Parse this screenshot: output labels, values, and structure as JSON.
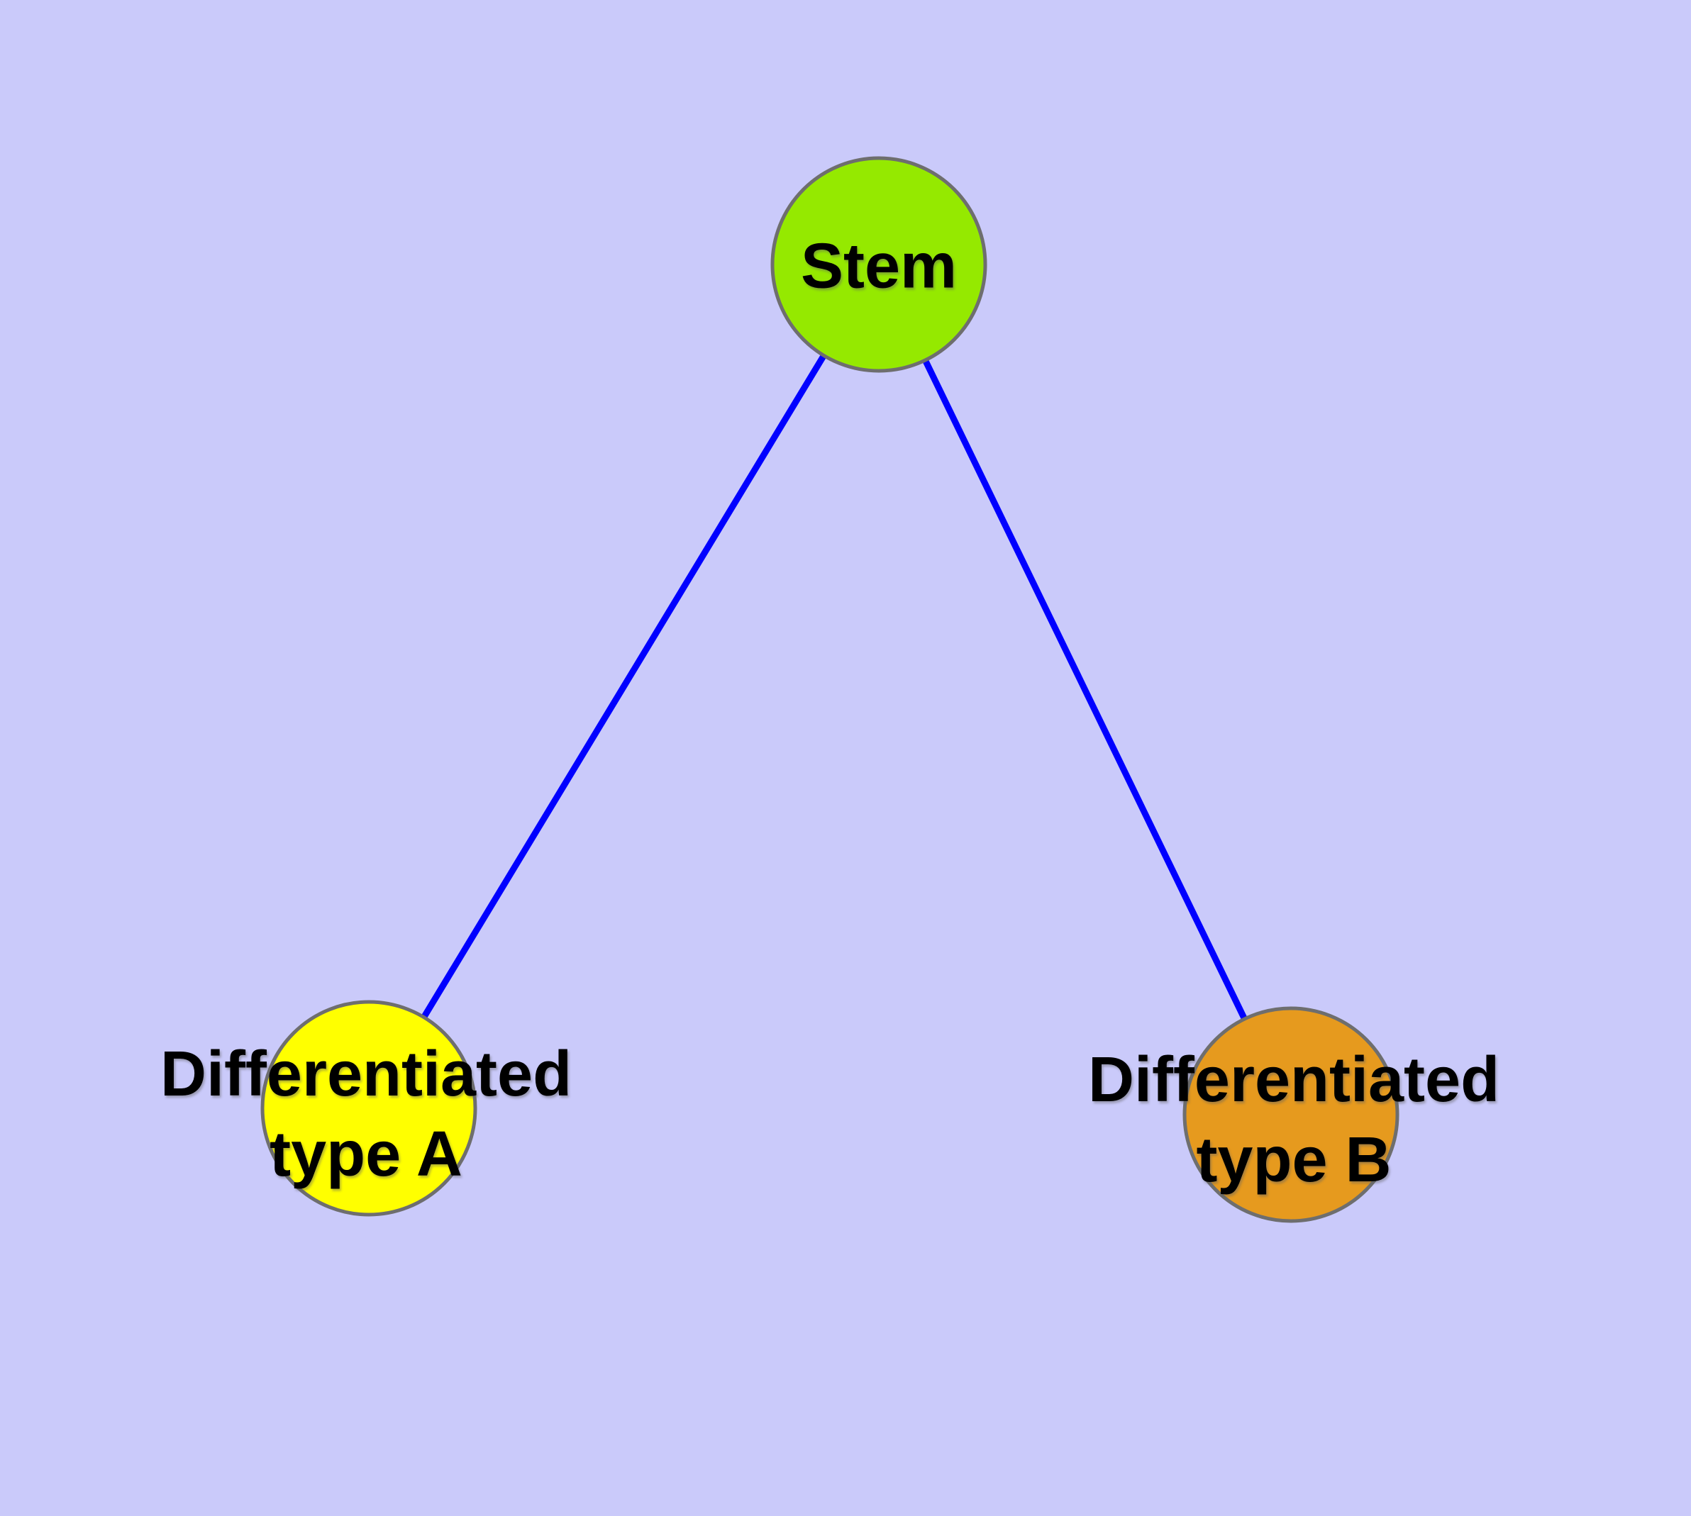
{
  "diagram": {
    "type": "node-link-graph",
    "nodes": [
      {
        "id": "stem",
        "label": "Stem",
        "shape": "circle",
        "color": "#95E900"
      },
      {
        "id": "type-a",
        "label_line1": "Differentiated",
        "label_line2": "type A",
        "shape": "circle",
        "color": "#FFFF00"
      },
      {
        "id": "type-b",
        "label_line1": "Differentiated",
        "label_line2": "type B",
        "shape": "circle",
        "color": "#E69A1E"
      }
    ],
    "edges": [
      {
        "from": "Stem",
        "to": "Differentiated type A"
      },
      {
        "from": "Stem",
        "to": "Differentiated type B"
      }
    ],
    "theme": {
      "background-color": "#CACAFA",
      "edge-color": "#0000FF",
      "node-border-color": "#6E6E6E",
      "text-color": "#000000",
      "stem-color": "#95E900",
      "type-a-color": "#FFFF00",
      "type-b-color": "#E69A1E"
    }
  }
}
